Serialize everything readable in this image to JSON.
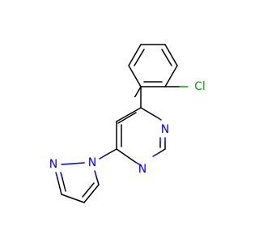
{
  "molecule": {
    "atoms": {
      "cl": {
        "label": "Cl",
        "color": "#00aa00"
      },
      "n_pyrimidine_upper": {
        "label": "N",
        "color": "#0000ff"
      },
      "n_pyrimidine_lower": {
        "label": "N",
        "color": "#0000ff"
      },
      "n_pyrazole_1": {
        "label": "N",
        "color": "#0000ff"
      },
      "n_pyrazole_2": {
        "label": "N",
        "color": "#0000ff"
      }
    },
    "colors": {
      "carbon_bond": "#000000",
      "nitrogen": "#0000ff",
      "chlorine": "#00aa00",
      "background": "#ffffff"
    }
  }
}
